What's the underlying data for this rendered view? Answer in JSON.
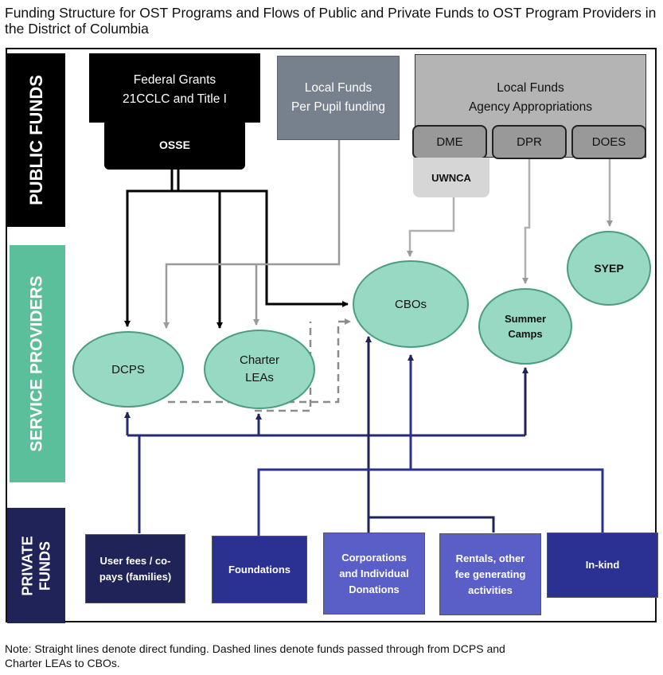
{
  "title": "Funding Structure for OST Programs and Flows of Public and Private Funds to OST Program Providers in the District of Columbia",
  "bands": {
    "public": "PUBLIC FUNDS",
    "service": "SERVICE PROVIDERS",
    "private_line1": "PRIVATE",
    "private_line2": "FUNDS"
  },
  "public_sources": {
    "federal_line1": "Federal Grants",
    "federal_line2": "21CCLC and Title I",
    "osse": "OSSE",
    "per_pupil_line1": "Local Funds",
    "per_pupil_line2": "Per Pupil funding",
    "agency_line1": "Local Funds",
    "agency_line2": "Agency Appropriations",
    "dme": "DME",
    "dpr": "DPR",
    "does": "DOES",
    "uwnca": "UWNCA"
  },
  "providers": {
    "dcps": "DCPS",
    "charter_line1": "Charter",
    "charter_line2": "LEAs",
    "cbos": "CBOs",
    "summer_line1": "Summer",
    "summer_line2": "Camps",
    "syep": "SYEP"
  },
  "private_sources": {
    "user_fees_line1": "User fees / co-",
    "user_fees_line2": "pays (families)",
    "foundations": "Foundations",
    "corp_line1": "Corporations",
    "corp_line2": "and Individual",
    "corp_line3": "Donations",
    "rentals_line1": "Rentals, other",
    "rentals_line2": "fee generating",
    "rentals_line3": "activities",
    "inkind": "In-kind"
  },
  "note_line1": "Note: Straight lines denote direct funding. Dashed lines denote funds passed through from DCPS and",
  "note_line2": "Charter LEAs to CBOs.",
  "colors": {
    "federal_flow": "#000000",
    "local_flow": "#9a9a9a",
    "private_flow": "#25297a",
    "passthrough": "#8c8c8c",
    "provider_fill": "#98d9c3"
  }
}
